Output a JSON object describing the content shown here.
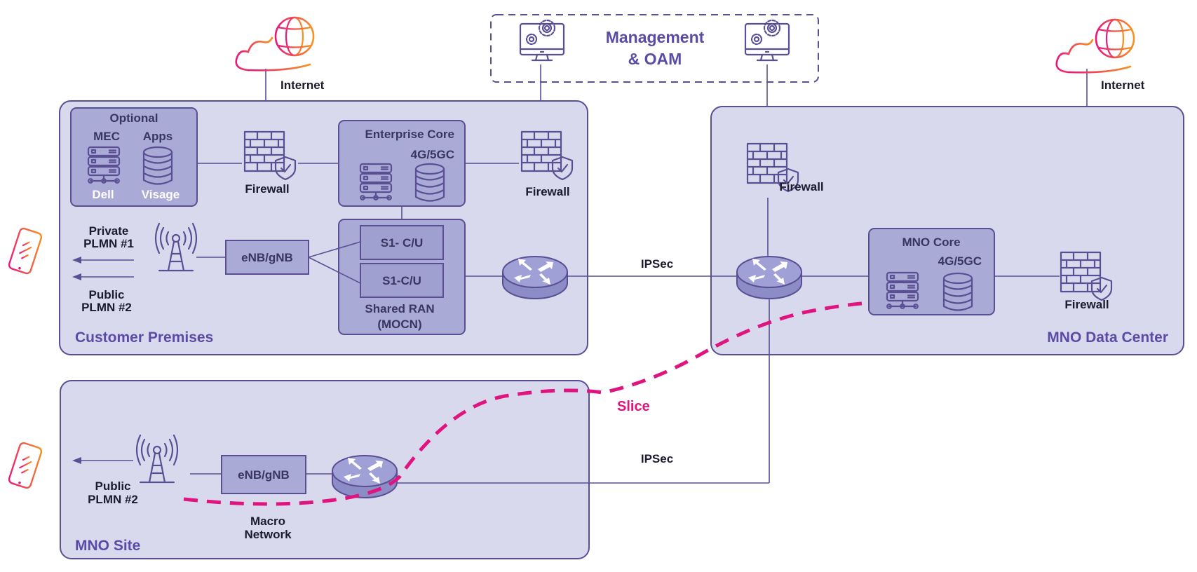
{
  "title": "Private network with shared RAN (MOCN) and network slice",
  "colors": {
    "zone_fill": "#d9d9ee",
    "box_fill": "#a9aad6",
    "stroke": "#5b4f94",
    "title_purple": "#5b4aa6",
    "slice_magenta": "#e0147f",
    "gradient_start": "#e8177c",
    "gradient_end": "#f7931e"
  },
  "internet_left": {
    "label": "Internet",
    "icon": "cloud-globe-icon"
  },
  "internet_right": {
    "label": "Internet",
    "icon": "cloud-globe-icon"
  },
  "management": {
    "title_line1": "Management",
    "title_line2": "& OAM",
    "icon": "monitor-gears-icon"
  },
  "customer_premises": {
    "title": "Customer Premises",
    "mec_box": {
      "title": "Optional",
      "col1_header": "MEC",
      "col2_header": "Apps",
      "col1_vendor": "Dell",
      "col2_vendor": "Visage"
    },
    "firewall1_label": "Firewall",
    "firewall2_label": "Firewall",
    "enterprise_core": {
      "title": "Enterprise Core",
      "subtitle": "4G/5GC"
    },
    "enb_label": "eNB/gNB",
    "shared_ran": {
      "s1_top": "S1- C/U",
      "s1_bottom": "S1-C/U",
      "title_line1": "Shared RAN",
      "title_line2": "(MOCN)"
    },
    "plmn1_line1": "Private",
    "plmn1_line2": "PLMN #1",
    "plmn2_line1": "Public",
    "plmn2_line2": "PLMN #2"
  },
  "mno_data_center": {
    "title": "MNO Data Center",
    "firewall_top_label": "Firewall",
    "firewall_right_label": "Firewall",
    "mno_core": {
      "title": "MNO Core",
      "subtitle": "4G/5GC"
    }
  },
  "mno_site": {
    "title": "MNO Site",
    "enb_label": "eNB/gNB",
    "plmn_line1": "Public",
    "plmn_line2": "PLMN #2",
    "macro_line1": "Macro",
    "macro_line2": "Network"
  },
  "links": {
    "ipsec_top": "IPSec",
    "ipsec_bottom": "IPSec",
    "slice": "Slice"
  }
}
